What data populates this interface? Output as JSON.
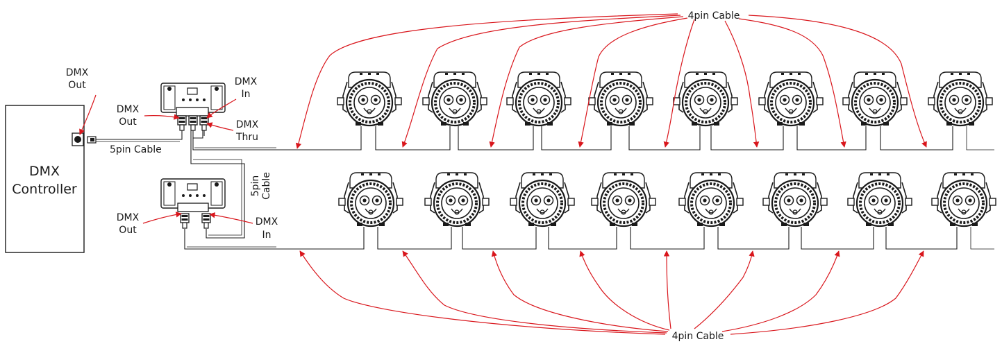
{
  "controller": {
    "label_line1": "DMX",
    "label_line2": "Controller",
    "out_line1": "DMX",
    "out_line2": "Out"
  },
  "cables": {
    "controller_cable": "5pin Cable",
    "vertical_cable_line1": "5pin",
    "vertical_cable_line2": "Cable",
    "top_group": "4pin Cable",
    "bottom_group": "4pin Cable"
  },
  "splitter_top": {
    "in_line1": "DMX",
    "in_line2": "In",
    "out_line1": "DMX",
    "out_line2": "Out",
    "thru_line1": "DMX",
    "thru_line2": "Thru"
  },
  "splitter_bottom": {
    "out_line1": "DMX",
    "out_line2": "Out",
    "in_line1": "DMX",
    "in_line2": "In"
  },
  "fixtures": {
    "top_row_count": 8,
    "bottom_row_count": 8
  },
  "colors": {
    "arrow": "#d9161c",
    "line": "#1a1a1a"
  }
}
